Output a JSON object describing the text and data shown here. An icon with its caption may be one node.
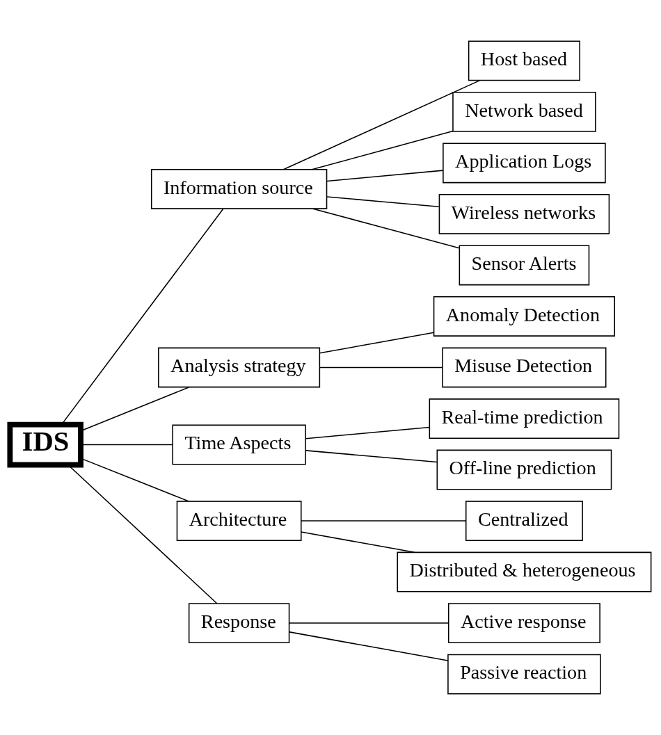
{
  "diagram": {
    "nodes": [
      {
        "text": [
          "IDS"
        ]
      },
      {
        "text": [
          "Information source"
        ]
      },
      {
        "text": [
          "Host based"
        ]
      },
      {
        "text": [
          "Network based"
        ]
      },
      {
        "text": [
          "Application Logs"
        ]
      },
      {
        "text": [
          "Wireless networks"
        ]
      },
      {
        "text": [
          "Sensor Alerts"
        ]
      },
      {
        "text": [
          "Analysis strategy"
        ]
      },
      {
        "text": [
          "Anomaly Detection"
        ]
      },
      {
        "text": [
          "Misuse Detection"
        ]
      },
      {
        "text": [
          "Time Aspects"
        ]
      },
      {
        "text": [
          "Real-time prediction"
        ]
      },
      {
        "text": [
          "Off-line prediction"
        ]
      },
      {
        "text": [
          "Architecture"
        ]
      },
      {
        "text": [
          "Centralized"
        ]
      },
      {
        "text": [
          "Distributed & heterogeneous"
        ]
      },
      {
        "text": [
          "Response"
        ]
      },
      {
        "text": [
          "Active response"
        ]
      },
      {
        "text": [
          "Passive reaction"
        ]
      }
    ],
    "edges": [
      {
        "from": 0,
        "to": 1,
        "arrow": "none"
      },
      {
        "from": 0,
        "to": 7,
        "arrow": "none"
      },
      {
        "from": 0,
        "to": 10,
        "arrow": "none"
      },
      {
        "from": 0,
        "to": 13,
        "arrow": "none"
      },
      {
        "from": 0,
        "to": 16,
        "arrow": "none"
      },
      {
        "from": 1,
        "to": 2,
        "arrow": "none"
      },
      {
        "from": 1,
        "to": 3,
        "arrow": "none"
      },
      {
        "from": 1,
        "to": 4,
        "arrow": "none"
      },
      {
        "from": 1,
        "to": 5,
        "arrow": "none"
      },
      {
        "from": 1,
        "to": 6,
        "arrow": "none"
      },
      {
        "from": 7,
        "to": 8,
        "arrow": "none"
      },
      {
        "from": 7,
        "to": 9,
        "arrow": "none"
      },
      {
        "from": 10,
        "to": 11,
        "arrow": "none"
      },
      {
        "from": 10,
        "to": 12,
        "arrow": "none"
      },
      {
        "from": 13,
        "to": 14,
        "arrow": "none"
      },
      {
        "from": 13,
        "to": 15,
        "arrow": "none"
      },
      {
        "from": 16,
        "to": 17,
        "arrow": "none"
      },
      {
        "from": 16,
        "to": 18,
        "arrow": "none"
      }
    ]
  }
}
